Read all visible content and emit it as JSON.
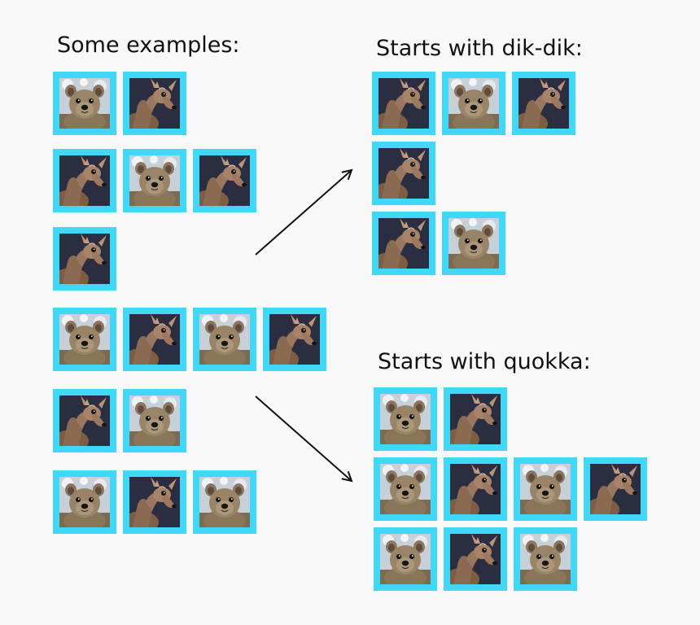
{
  "colors": {
    "background": "#f8f8f8",
    "tile_border": "#3fd8f8",
    "arrow": "#111111"
  },
  "groups": [
    {
      "id": "examples",
      "heading": "Some examples:",
      "sequences": [
        [
          "quokka",
          "dik-dik"
        ],
        [
          "dik-dik",
          "quokka",
          "dik-dik"
        ],
        [
          "dik-dik"
        ],
        [
          "quokka",
          "dik-dik",
          "quokka",
          "dik-dik"
        ],
        [
          "dik-dik",
          "quokka"
        ],
        [
          "quokka",
          "dik-dik",
          "quokka"
        ]
      ]
    },
    {
      "id": "dikdik",
      "heading": "Starts with dik-dik:",
      "sequences": [
        [
          "dik-dik",
          "quokka",
          "dik-dik"
        ],
        [
          "dik-dik"
        ],
        [
          "dik-dik",
          "quokka"
        ]
      ]
    },
    {
      "id": "quokka",
      "heading": "Starts with quokka:",
      "sequences": [
        [
          "quokka",
          "dik-dik"
        ],
        [
          "quokka",
          "dik-dik",
          "quokka",
          "dik-dik"
        ],
        [
          "quokka",
          "dik-dik",
          "quokka"
        ]
      ]
    }
  ]
}
